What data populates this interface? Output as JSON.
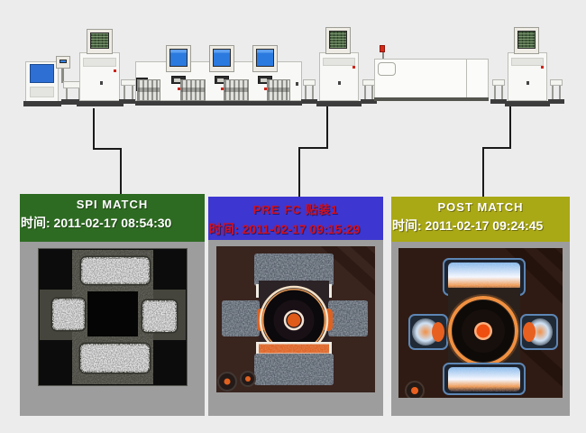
{
  "page": {
    "background_color": "#ececec",
    "connector_color": "#1a1a1a",
    "panel_body_color": "#9d9d9d"
  },
  "production_line": {
    "machines": [
      "pcb-loader",
      "spi-inspection-machine",
      "pick-and-place-module-1",
      "pick-and-place-module-2",
      "pick-and-place-module-3",
      "pre-reflow-aoi-machine",
      "reflow-oven",
      "post-reflow-aoi-machine"
    ]
  },
  "panels": [
    {
      "id": "spi-match",
      "title": "SPI MATCH",
      "timestamp": "时间: 2011-02-17 08:54:30",
      "header_color": "#2e6b22",
      "text_color": "#ffffff",
      "image": "solder-paste-pads-grayscale"
    },
    {
      "id": "pre-fc",
      "title": "PRE FC 贴装1",
      "timestamp": "时间: 2011-02-17 09:15:29",
      "header_color": "#3d36d0",
      "text_color": "#d01020",
      "image": "component-pre-reflow-photo"
    },
    {
      "id": "post-match",
      "title": "POST MATCH",
      "timestamp": "时间: 2011-02-17 09:24:45",
      "header_color": "#a9a815",
      "text_color": "#ffffff",
      "image": "component-post-reflow-photo"
    }
  ]
}
